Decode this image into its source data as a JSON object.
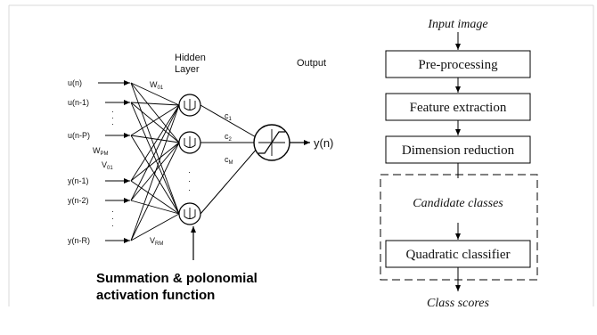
{
  "network": {
    "title_hidden_line1": "Hidden",
    "title_hidden_line2": "Layer",
    "title_output": "Output",
    "inputs": [
      "u(n)",
      "u(n-1)",
      "u(n-P)",
      "y(n-1)",
      "y(n-2)",
      "y(n-R)"
    ],
    "weights": {
      "w01": {
        "main": "W",
        "sub": "01"
      },
      "wpm": {
        "main": "W",
        "sub": "PM"
      },
      "v01": {
        "main": "V",
        "sub": "01"
      },
      "vrm": {
        "main": "V",
        "sub": "RM"
      }
    },
    "coefficients": {
      "c1": {
        "main": "c",
        "sub": "1"
      },
      "c2": {
        "main": "c",
        "sub": "2"
      },
      "cm": {
        "main": "c",
        "sub": "M"
      }
    },
    "output_label": "y(n)",
    "caption_line1": "Summation & polonomial",
    "caption_line2": "activation function"
  },
  "flowchart": {
    "input": "Input image",
    "steps": [
      "Pre-processing",
      "Feature extraction",
      "Dimension reduction"
    ],
    "candidate": "Candidate classes",
    "classifier": "Quadratic classifier",
    "output": "Class scores"
  },
  "colors": {
    "line": "#000000",
    "frame": "#d8d8d8",
    "background": "#ffffff"
  }
}
